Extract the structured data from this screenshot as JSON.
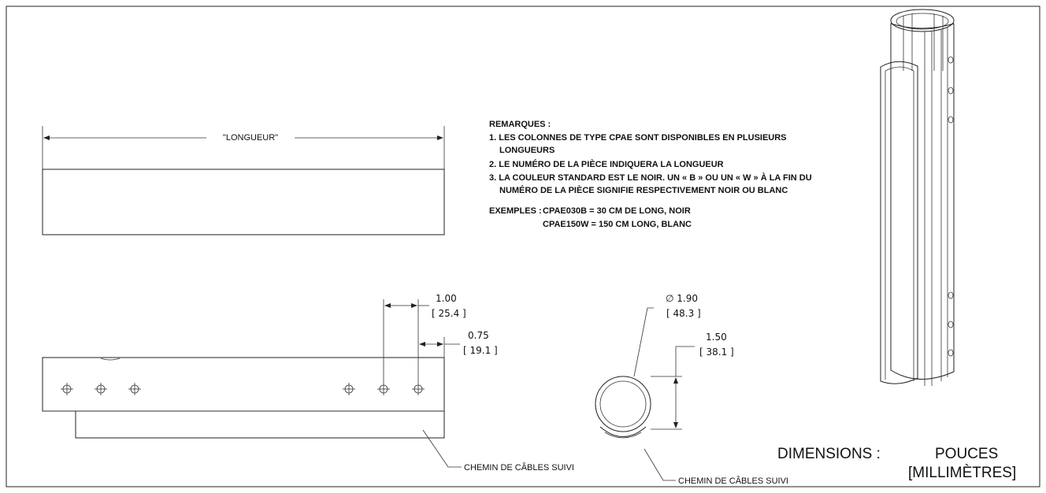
{
  "length_label": "\"LONGUEUR\"",
  "notes": {
    "title": "REMARQUES :",
    "items": [
      "1. LES COLONNES DE TYPE CPAE SONT DISPONIBLES EN PLUSIEURS",
      "LONGUEURS",
      "2. LE NUMÉRO DE LA PIÈCE INDIQUERA LA LONGUEUR",
      "3. LA COULEUR STANDARD EST LE NOIR. UN « B » OU UN « W » À LA FIN DU",
      "NUMÉRO DE LA PIÈCE SIGNIFIE RESPECTIVEMENT NOIR OU BLANC"
    ],
    "examples_label": "EXEMPLES :",
    "example_1": "CPAE030B  = 30 CM DE LONG, NOIR",
    "example_2": "CPAE150W = 150 CM LONG, BLANC"
  },
  "dimensions": {
    "hole_spacing_in": "1.00",
    "hole_spacing_mm": "[ 25.4 ]",
    "end_offset_in": "0.75",
    "end_offset_mm": "[ 19.1 ]",
    "diameter_in": "∅ 1.90",
    "diameter_mm": "[ 48.3 ]",
    "height_in": "1.50",
    "height_mm": "[ 38.1 ]"
  },
  "callouts": {
    "side_view": "CHEMIN DE CÂBLES SUIVI",
    "section_view": "CHEMIN DE CÂBLES SUIVI"
  },
  "units": {
    "label": "DIMENSIONS :",
    "primary": "POUCES",
    "secondary": "[MILLIMÈTRES]"
  }
}
